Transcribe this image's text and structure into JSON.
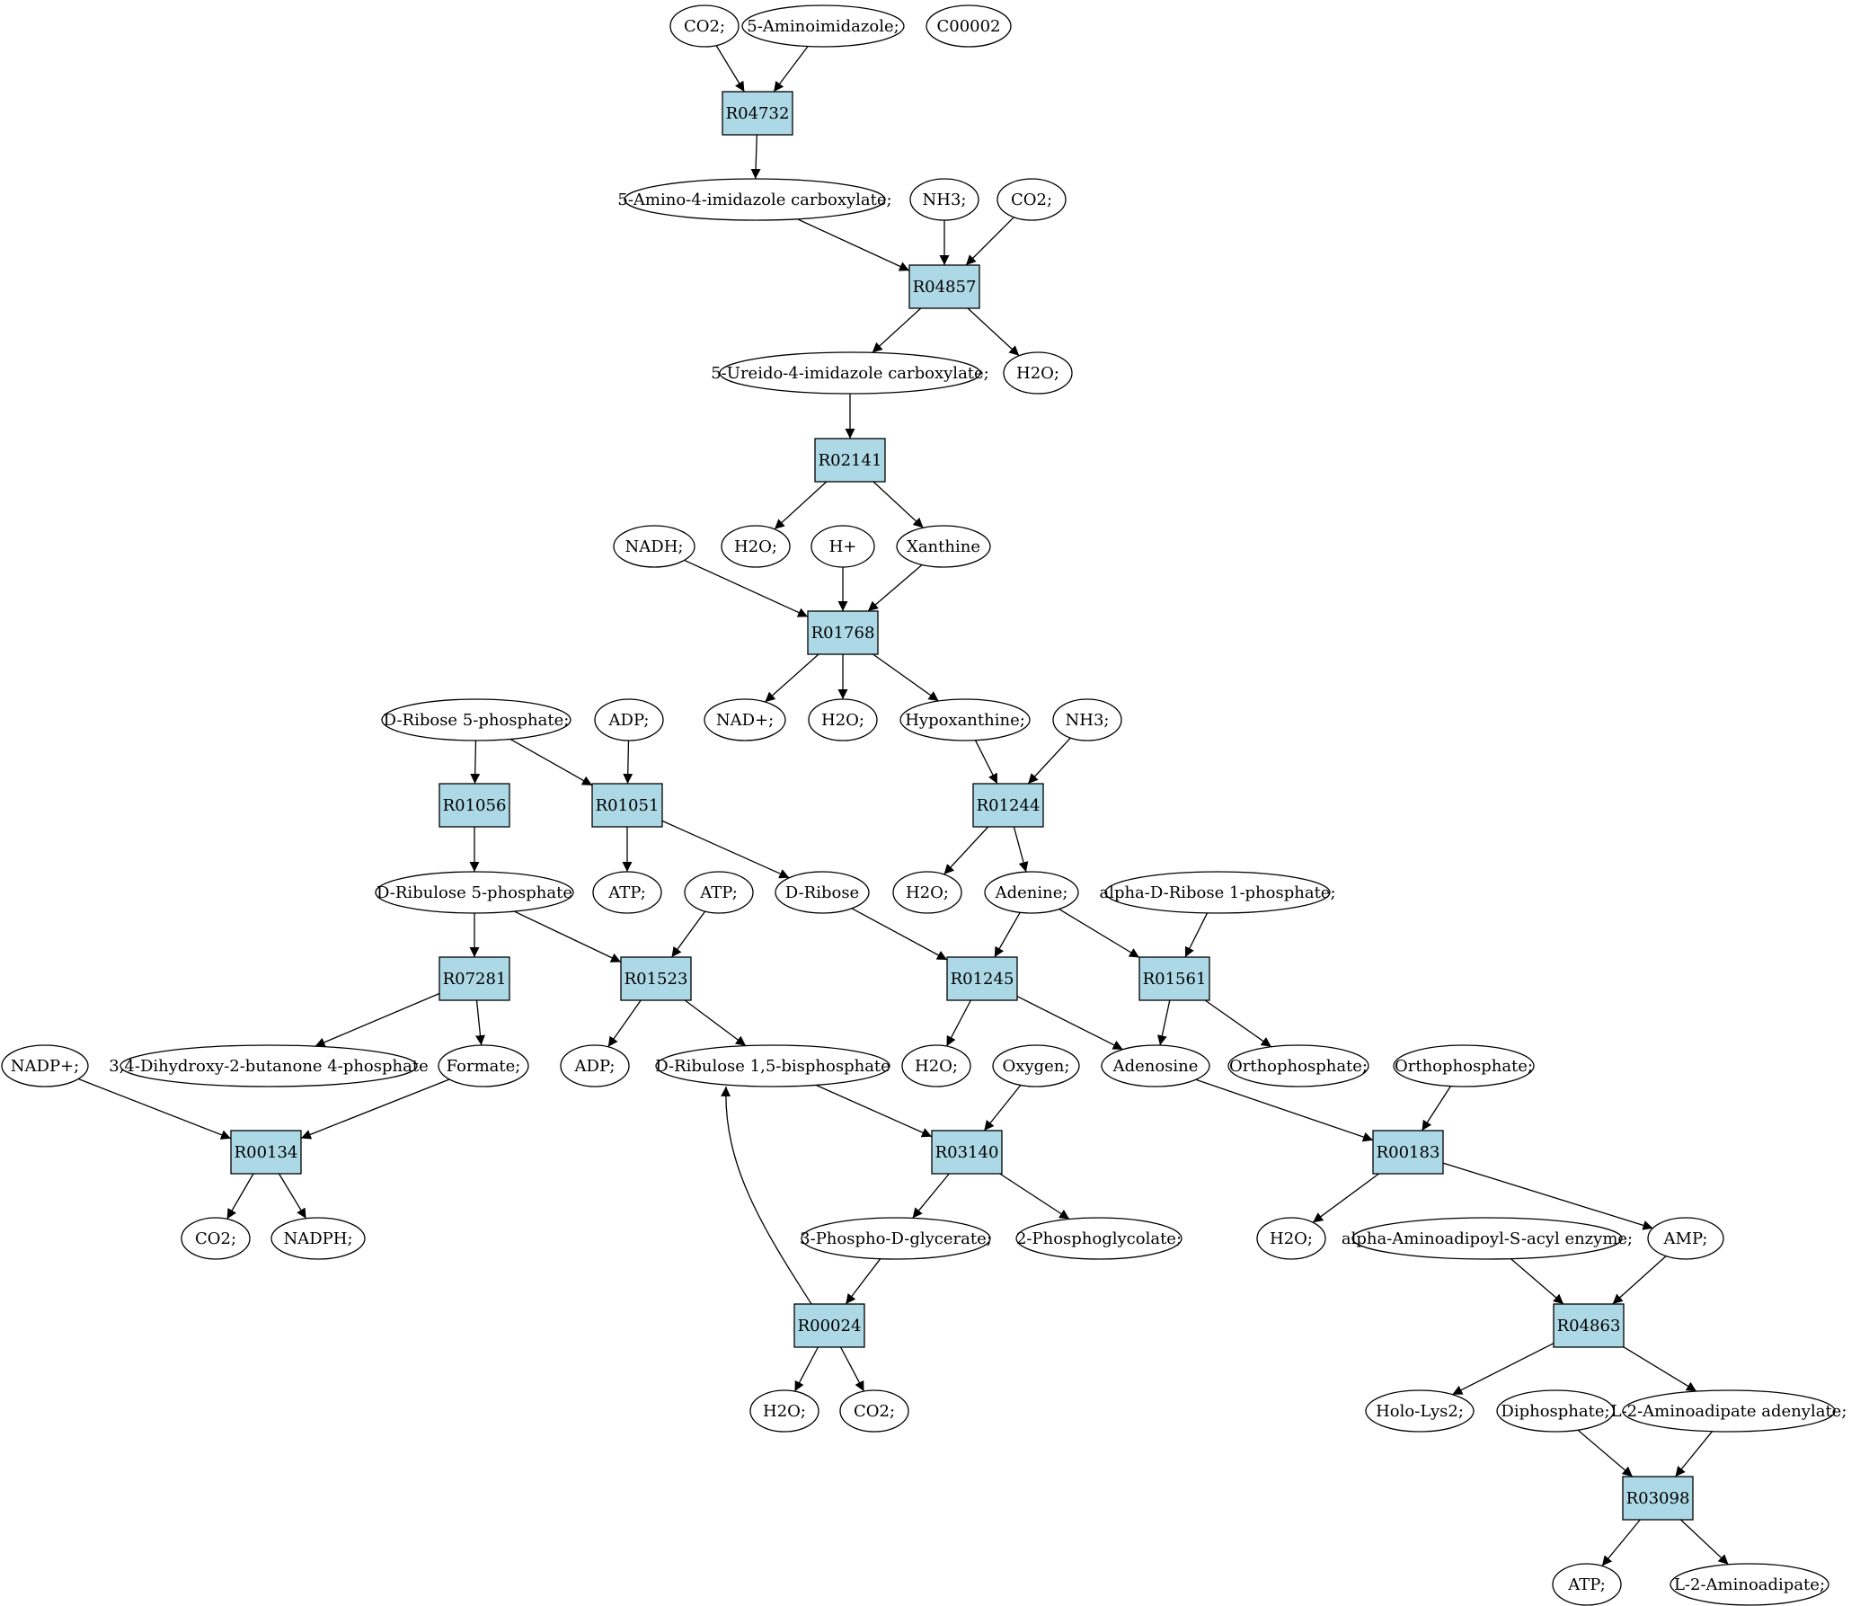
{
  "colors": {
    "compound": "#ffffff",
    "reaction": "#add8e6",
    "query_compound": "#ffff00",
    "source_compound": "#00ee00",
    "stroke": "#000000"
  },
  "compounds": [
    {
      "id": "co2_a",
      "label": "CO2;"
    },
    {
      "id": "aminoimidazole",
      "label": "5-Aminoimidazole;"
    },
    {
      "id": "c00002",
      "label": "C00002",
      "highlight": "query_compound"
    },
    {
      "id": "aica",
      "label": "5-Amino-4-imidazole carboxylate;"
    },
    {
      "id": "nh3_a",
      "label": "NH3;"
    },
    {
      "id": "co2_b",
      "label": "CO2;"
    },
    {
      "id": "ureido",
      "label": "5-Ureido-4-imidazole carboxylate;"
    },
    {
      "id": "h2o_a",
      "label": "H2O;"
    },
    {
      "id": "nadh",
      "label": "NADH;"
    },
    {
      "id": "h2o_b",
      "label": "H2O;"
    },
    {
      "id": "hplus",
      "label": "H+"
    },
    {
      "id": "xanthine",
      "label": "Xanthine"
    },
    {
      "id": "dribose5p",
      "label": "D-Ribose 5-phosphate;",
      "highlight": "source_compound"
    },
    {
      "id": "adp_a",
      "label": "ADP;"
    },
    {
      "id": "nadplus",
      "label": "NAD+;"
    },
    {
      "id": "h2o_c",
      "label": "H2O;"
    },
    {
      "id": "hypoxanthine",
      "label": "Hypoxanthine;"
    },
    {
      "id": "nh3_b",
      "label": "NH3;"
    },
    {
      "id": "dribulose5p",
      "label": "D-Ribulose 5-phosphate"
    },
    {
      "id": "atp_a",
      "label": "ATP;"
    },
    {
      "id": "atp_b",
      "label": "ATP;"
    },
    {
      "id": "dribose",
      "label": "D-Ribose"
    },
    {
      "id": "h2o_d",
      "label": "H2O;"
    },
    {
      "id": "adenine",
      "label": "Adenine;"
    },
    {
      "id": "adr1p",
      "label": "alpha-D-Ribose 1-phosphate;"
    },
    {
      "id": "nadpplus",
      "label": "NADP+;"
    },
    {
      "id": "dhbp",
      "label": "3,4-Dihydroxy-2-butanone 4-phosphate"
    },
    {
      "id": "formate",
      "label": "Formate;"
    },
    {
      "id": "adp_b",
      "label": "ADP;"
    },
    {
      "id": "rubp",
      "label": "D-Ribulose 1,5-bisphosphate"
    },
    {
      "id": "h2o_e",
      "label": "H2O;"
    },
    {
      "id": "oxygen",
      "label": "Oxygen;"
    },
    {
      "id": "adenosine",
      "label": "Adenosine"
    },
    {
      "id": "orthophosphate_a",
      "label": "Orthophosphate;"
    },
    {
      "id": "orthophosphate_b",
      "label": "Orthophosphate;"
    },
    {
      "id": "co2_c",
      "label": "CO2;"
    },
    {
      "id": "nadph",
      "label": "NADPH;"
    },
    {
      "id": "pga3",
      "label": "3-Phospho-D-glycerate;"
    },
    {
      "id": "pg2",
      "label": "2-Phosphoglycolate;"
    },
    {
      "id": "h2o_f",
      "label": "H2O;"
    },
    {
      "id": "aaacyl",
      "label": "alpha-Aminoadipoyl-S-acyl enzyme;"
    },
    {
      "id": "amp",
      "label": "AMP;"
    },
    {
      "id": "hololys2",
      "label": "Holo-Lys2;"
    },
    {
      "id": "diphosphate",
      "label": "Diphosphate;"
    },
    {
      "id": "l2aa_adenylate",
      "label": "L-2-Aminoadipate adenylate;"
    },
    {
      "id": "h2o_g",
      "label": "H2O;"
    },
    {
      "id": "co2_d",
      "label": "CO2;"
    },
    {
      "id": "atp_c",
      "label": "ATP;"
    },
    {
      "id": "l2aa",
      "label": "L-2-Aminoadipate;"
    }
  ],
  "reactions": [
    {
      "id": "R04732",
      "label": "R04732"
    },
    {
      "id": "R04857",
      "label": "R04857"
    },
    {
      "id": "R02141",
      "label": "R02141"
    },
    {
      "id": "R01768",
      "label": "R01768"
    },
    {
      "id": "R01056",
      "label": "R01056"
    },
    {
      "id": "R01051",
      "label": "R01051"
    },
    {
      "id": "R01244",
      "label": "R01244"
    },
    {
      "id": "R07281",
      "label": "R07281"
    },
    {
      "id": "R01523",
      "label": "R01523"
    },
    {
      "id": "R01245",
      "label": "R01245"
    },
    {
      "id": "R01561",
      "label": "R01561"
    },
    {
      "id": "R00134",
      "label": "R00134"
    },
    {
      "id": "R03140",
      "label": "R03140"
    },
    {
      "id": "R00183",
      "label": "R00183"
    },
    {
      "id": "R00024",
      "label": "R00024"
    },
    {
      "id": "R04863",
      "label": "R04863"
    },
    {
      "id": "R03098",
      "label": "R03098"
    }
  ],
  "edges": [
    [
      "co2_a",
      "R04732"
    ],
    [
      "aminoimidazole",
      "R04732"
    ],
    [
      "R04732",
      "aica"
    ],
    [
      "aica",
      "R04857"
    ],
    [
      "nh3_a",
      "R04857"
    ],
    [
      "co2_b",
      "R04857"
    ],
    [
      "R04857",
      "ureido"
    ],
    [
      "R04857",
      "h2o_a"
    ],
    [
      "ureido",
      "R02141"
    ],
    [
      "R02141",
      "h2o_b"
    ],
    [
      "R02141",
      "xanthine"
    ],
    [
      "nadh",
      "R01768"
    ],
    [
      "hplus",
      "R01768"
    ],
    [
      "xanthine",
      "R01768"
    ],
    [
      "R01768",
      "nadplus"
    ],
    [
      "R01768",
      "h2o_c"
    ],
    [
      "R01768",
      "hypoxanthine"
    ],
    [
      "dribose5p",
      "R01056"
    ],
    [
      "dribose5p",
      "R01051"
    ],
    [
      "adp_a",
      "R01051"
    ],
    [
      "R01056",
      "dribulose5p"
    ],
    [
      "R01051",
      "atp_a"
    ],
    [
      "R01051",
      "dribose"
    ],
    [
      "hypoxanthine",
      "R01244"
    ],
    [
      "nh3_b",
      "R01244"
    ],
    [
      "R01244",
      "h2o_d"
    ],
    [
      "R01244",
      "adenine"
    ],
    [
      "dribulose5p",
      "R07281"
    ],
    [
      "dribulose5p",
      "R01523"
    ],
    [
      "atp_b",
      "R01523"
    ],
    [
      "dribose",
      "R01245"
    ],
    [
      "adenine",
      "R01245"
    ],
    [
      "adenine",
      "R01561"
    ],
    [
      "adr1p",
      "R01561"
    ],
    [
      "R07281",
      "dhbp"
    ],
    [
      "R07281",
      "formate"
    ],
    [
      "R01523",
      "adp_b"
    ],
    [
      "R01523",
      "rubp"
    ],
    [
      "R01245",
      "h2o_e"
    ],
    [
      "R01245",
      "adenosine"
    ],
    [
      "R01561",
      "adenosine"
    ],
    [
      "R01561",
      "orthophosphate_a"
    ],
    [
      "nadpplus",
      "R00134"
    ],
    [
      "formate",
      "R00134"
    ],
    [
      "R00134",
      "co2_c"
    ],
    [
      "R00134",
      "nadph"
    ],
    [
      "rubp",
      "R03140"
    ],
    [
      "oxygen",
      "R03140"
    ],
    [
      "R03140",
      "pga3"
    ],
    [
      "R03140",
      "pg2"
    ],
    [
      "adenosine",
      "R00183"
    ],
    [
      "orthophosphate_b",
      "R00183"
    ],
    [
      "R00183",
      "h2o_f"
    ],
    [
      "R00183",
      "amp"
    ],
    [
      "pga3",
      "R00024"
    ],
    [
      "R00024",
      "rubp"
    ],
    [
      "R00024",
      "h2o_g"
    ],
    [
      "R00024",
      "co2_d"
    ],
    [
      "aaacyl",
      "R04863"
    ],
    [
      "amp",
      "R04863"
    ],
    [
      "R04863",
      "hololys2"
    ],
    [
      "R04863",
      "l2aa_adenylate"
    ],
    [
      "diphosphate",
      "R03098"
    ],
    [
      "l2aa_adenylate",
      "R03098"
    ],
    [
      "R03098",
      "atp_c"
    ],
    [
      "R03098",
      "l2aa"
    ]
  ]
}
